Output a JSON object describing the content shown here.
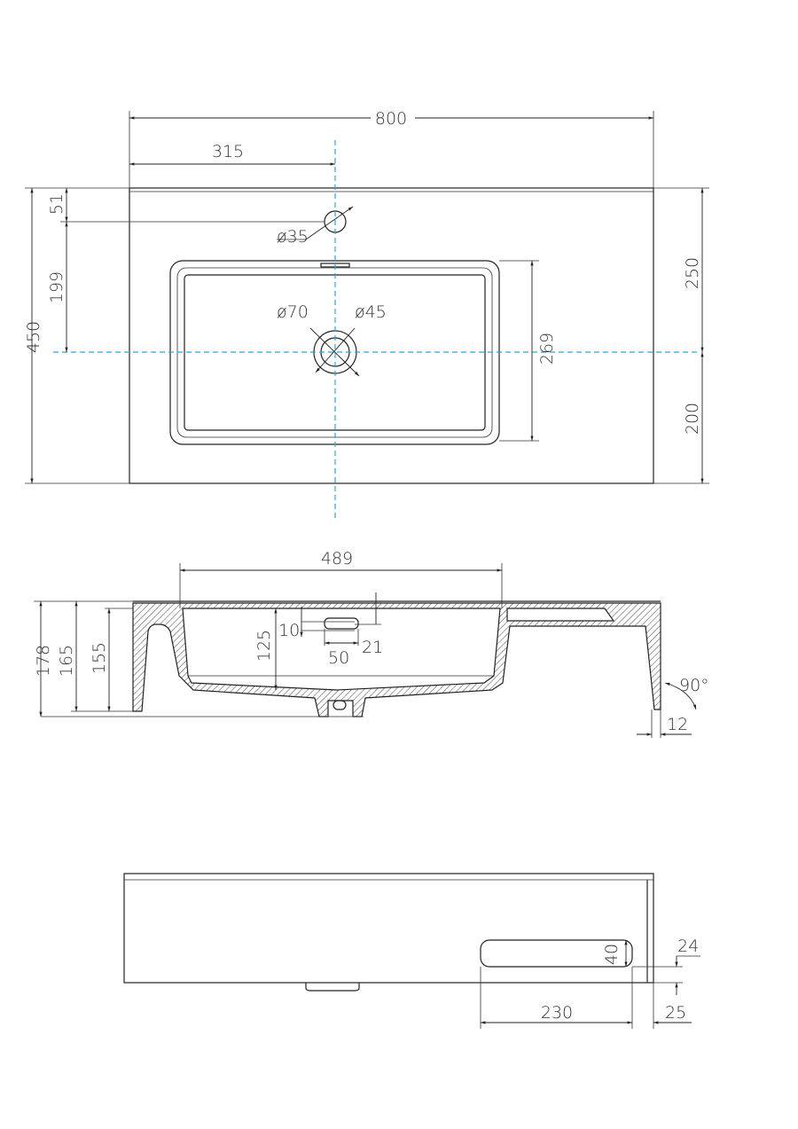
{
  "colors": {
    "outline": "#222222",
    "centerline": "#29a8e0",
    "hatch": "#444444"
  },
  "top_view": {
    "dims": {
      "overall_width": "800",
      "tap_offset": "315",
      "overall_depth": "450",
      "tap_from_back": "51",
      "tap_to_drain": "199",
      "back_to_drain": "250",
      "drain_to_front": "200",
      "bowl_depth": "269",
      "tap_hole": "ø35",
      "drain_outer": "ø70",
      "drain_inner": "ø45"
    }
  },
  "section_view": {
    "dims": {
      "bowl_width": "489",
      "total_height": "178",
      "height_165": "165",
      "height_155": "155",
      "bowl_height": "125",
      "overflow_10": "10",
      "overflow_21": "21",
      "overflow_50": "50",
      "angle": "90°",
      "edge_12": "12"
    }
  },
  "bottom_view": {
    "dims": {
      "slot_width": "230",
      "slot_edge": "25",
      "slot_height": "40",
      "slot_bottom": "24"
    }
  }
}
